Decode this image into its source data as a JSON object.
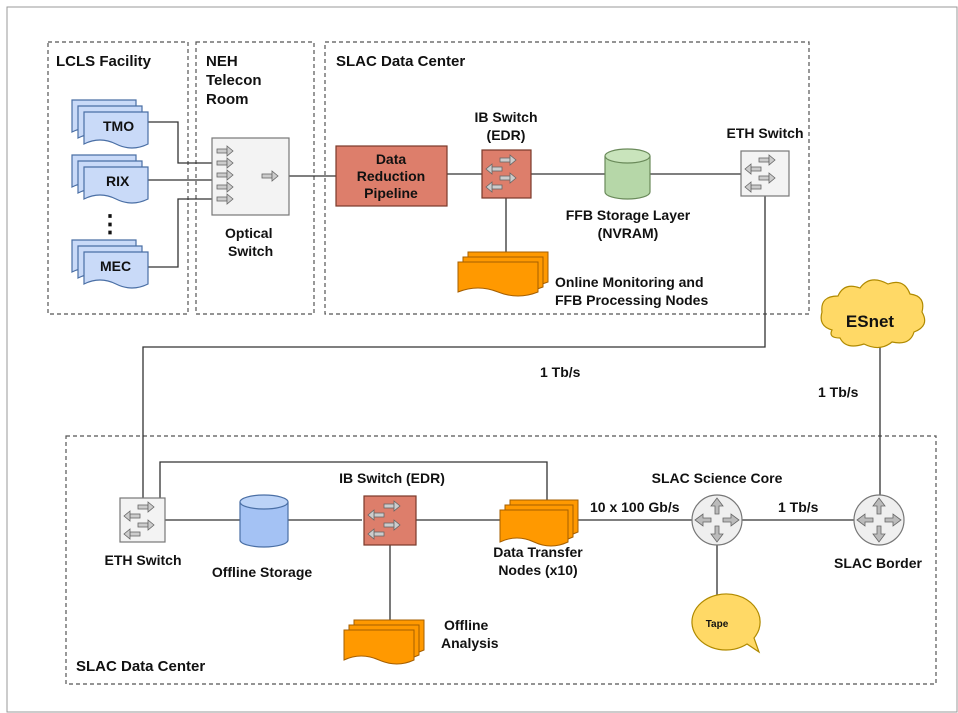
{
  "regions": {
    "lcls_facility": "LCLS Facility",
    "neh_telecon_line1": "NEH",
    "neh_telecon_line2": "Telecon",
    "neh_telecon_line3": "Room",
    "slac_dc_top": "SLAC Data Center",
    "slac_dc_bottom": "SLAC Data Center"
  },
  "instruments": {
    "tmo": "TMO",
    "rix": "RIX",
    "ellipsis": "⋮",
    "mec": "MEC"
  },
  "optical_switch": {
    "line1": "Optical",
    "line2": "Switch"
  },
  "drp": {
    "line1": "Data",
    "line2": "Reduction",
    "line3": "Pipeline"
  },
  "ib_switch_top": {
    "line1": "IB Switch",
    "line2": "(EDR)"
  },
  "ffb_storage": {
    "line1": "FFB Storage Layer",
    "line2": "(NVRAM)"
  },
  "eth_switch_top": "ETH Switch",
  "online_nodes": {
    "line1": "Online Monitoring and",
    "line2": "FFB Processing Nodes"
  },
  "esnet": "ESnet",
  "links": {
    "wan_link": "1 Tb/s",
    "esnet_link": "1 Tb/s",
    "dtn_core_link": "10 x 100 Gb/s",
    "core_border_link": "1 Tb/s"
  },
  "eth_switch_bottom": "ETH Switch",
  "offline_storage": "Offline Storage",
  "ib_switch_bottom": "IB Switch (EDR)",
  "dtn": {
    "line1": "Data Transfer",
    "line2": "Nodes (x10)"
  },
  "offline_analysis": {
    "line1": "Offline",
    "line2": "Analysis"
  },
  "science_core": "SLAC Science Core",
  "tape": "Tape",
  "slac_border": "SLAC Border",
  "colors": {
    "instrument_fill": "#c9daf8",
    "drp_fill": "#dd7e6b",
    "ffb_fill": "#b6d7a8",
    "nodes_fill": "#ff9900",
    "esnet_fill": "#ffd966",
    "offline_storage_fill": "#a4c2f4"
  }
}
